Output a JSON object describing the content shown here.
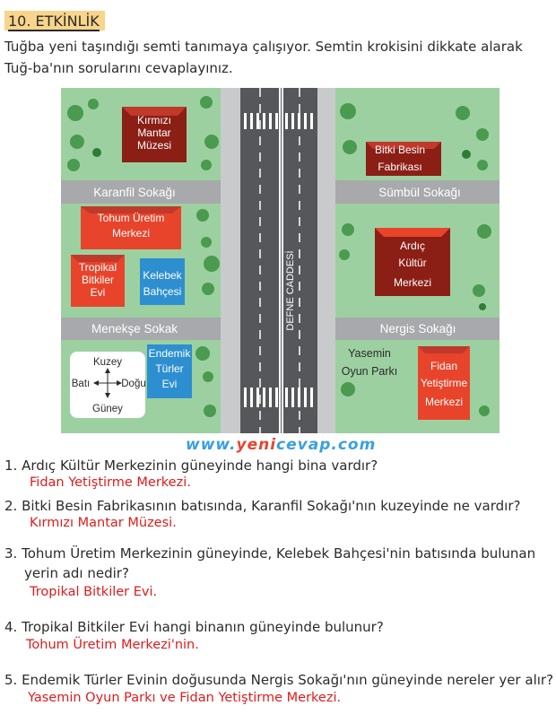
{
  "title": "10. ETKİNLİK",
  "intro": "Tuğba yeni taşındığı semti tanımaya çalışıyor. Semtin krokisini dikkate alarak Tuğ-ba'nın sorularını cevaplayınız.",
  "map": {
    "streets": {
      "karanfil": "Karanfil Sokağı",
      "sumbul": "Sümbül Sokağı",
      "menekse": "Menekşe Sokak",
      "nergis": "Nergis Sokağı",
      "defne": "DEFNE CADDESİ"
    },
    "buildings": {
      "kirmizi_1": "Kırmızı",
      "kirmizi_2": "Mantar",
      "kirmizi_3": "Müzesi",
      "bitki_1": "Bitki Besin",
      "bitki_2": "Fabrikası",
      "tohum_1": "Tohum Üretim",
      "tohum_2": "Merkezi",
      "tropikal_1": "Tropikal",
      "tropikal_2": "Bitkiler",
      "tropikal_3": "Evi",
      "kelebek_1": "Kelebek",
      "kelebek_2": "Bahçesi",
      "ardic_1": "Ardıç",
      "ardic_2": "Kültür",
      "ardic_3": "Merkezi",
      "endemik_1": "Endemik",
      "endemik_2": "Türler",
      "endemik_3": "Evi",
      "yasemin_1": "Yasemin",
      "yasemin_2": "Oyun Parkı",
      "fidan_1": "Fidan",
      "fidan_2": "Yetiştirme",
      "fidan_3": "Merkezi"
    },
    "compass": {
      "north": "Kuzey",
      "south": "Güney",
      "west": "Batı",
      "east": "Doğu"
    }
  },
  "watermark": {
    "a": "www.",
    "b": "yeni",
    "c": "cevap.com"
  },
  "questions": [
    {
      "q1": "1. Ardıç Kültür Merkezinin güneyinde hangi bina vardır?",
      "a": "Fidan Yetiştirme Merkezi."
    },
    {
      "q1": "2. Bitki Besin Fabrikasının batısında, Karanfil Sokağı'nın kuzeyinde ne vardır?",
      "a": "Kırmızı Mantar Müzesi."
    },
    {
      "q1": "3. Tohum Üretim Merkezinin güneyinde, Kelebek Bahçesi'nin batısında bulunan",
      "q2": "yerin adı nedir?",
      "a": "Tropikal Bitkiler Evi."
    },
    {
      "q1": "4. Tropikal Bitkiler Evi hangi binanın güneyinde bulunur?",
      "a": "Tohum Üretim Merkezi'nin."
    },
    {
      "q1": "5. Endemik Türler Evinin doğusunda Nergis Sokağı'nın güneyinde nereler yer alır?",
      "a": "Yasemin Oyun Parkı ve Fidan Yetiştirme Merkezi."
    }
  ],
  "colors": {
    "grass": "#9dd0a0",
    "road": "#55575a",
    "street": "#a7a9ac",
    "roof_red": "#e8442b",
    "roof_dark": "#8b1f15",
    "roof_blue": "#2d8fd0",
    "answer": "#e01b1b"
  }
}
